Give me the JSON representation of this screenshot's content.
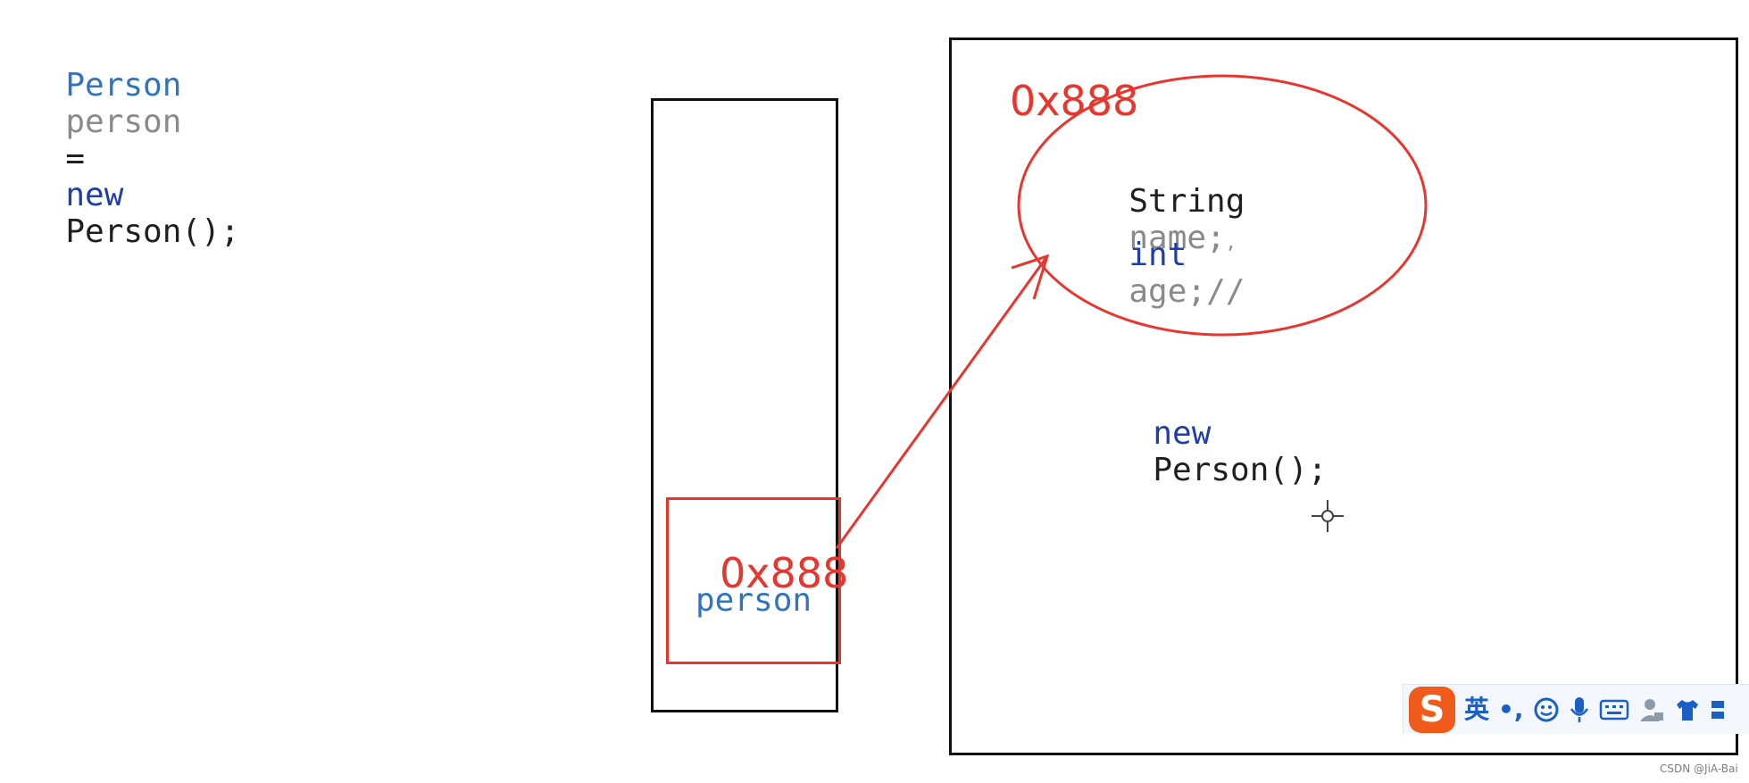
{
  "code_line": {
    "type": "Person",
    "variable": "person",
    "equals": "=",
    "keyword_new": "new",
    "constructor": "Person();"
  },
  "stack": {
    "address": "0x888",
    "variable": "person"
  },
  "heap": {
    "address": "0x888",
    "field_1": {
      "type": "String",
      "name": "name;",
      "trail": ","
    },
    "field_2": {
      "type": "int",
      "name": "age;",
      "trail": "//"
    },
    "new_expr": {
      "keyword": "new",
      "constructor": "Person();"
    }
  },
  "ime_toolbar": {
    "logo": "S",
    "mode": "英",
    "icons": [
      "punctuation-icon",
      "emoji-icon",
      "microphone-icon",
      "keyboard-icon",
      "user-icon",
      "skin-icon",
      "menu-icon"
    ]
  },
  "watermark": "CSDN @JiA-Bai",
  "colors": {
    "keyword": "#1e3fa8",
    "type": "#2f74c0",
    "variable": "#8a8a8a",
    "annotation": "#e8362f",
    "ime_logo": "#f05a1a"
  }
}
